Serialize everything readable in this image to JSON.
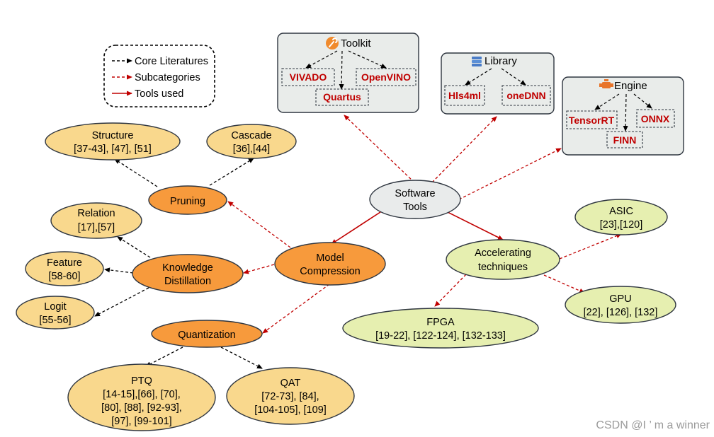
{
  "colors": {
    "core_arrow": "#000000",
    "sub_arrow": "#c00000",
    "tool_arrow": "#c00000",
    "node_dark_orange": "#f79a3c",
    "node_light_orange": "#f9d88d",
    "node_green": "#e6efb0",
    "node_grey": "#e9ebeb",
    "tool_box": "#e9ecea",
    "tool_text": "#c00000"
  },
  "legend": {
    "core": "Core Literatures",
    "sub": "Subcategories",
    "tools": "Tools used"
  },
  "software_tools": [
    "Software",
    "Tools"
  ],
  "toolkit": {
    "title": "Toolkit",
    "icon": "wrench-icon",
    "items": [
      "VIVADO",
      "Quartus",
      "OpenVINO"
    ]
  },
  "library": {
    "title": "Library",
    "icon": "stack-icon",
    "items": [
      "Hls4ml",
      "oneDNN"
    ]
  },
  "engine": {
    "title": "Engine",
    "icon": "engine-icon",
    "items": [
      "TensorRT",
      "FINN",
      "ONNX"
    ]
  },
  "model_compression": [
    "Model",
    "Compression"
  ],
  "pruning": "Pruning",
  "structure": [
    "Structure",
    "[37-43], [47], [51]"
  ],
  "cascade": [
    "Cascade",
    "[36],[44]"
  ],
  "knowledge_distillation": [
    "Knowledge",
    "Distillation"
  ],
  "relation": [
    "Relation",
    "[17],[57]"
  ],
  "feature": [
    "Feature",
    "[58-60]"
  ],
  "logit": [
    "Logit",
    "[55-56]"
  ],
  "quantization": "Quantization",
  "ptq": [
    "PTQ",
    "[14-15],[66], [70],",
    "[80], [88], [92-93],",
    "[97], [99-101]"
  ],
  "qat": [
    "QAT",
    "[72-73], [84],",
    "[104-105], [109]"
  ],
  "accelerating": [
    "Accelerating",
    "techniques"
  ],
  "asic": [
    "ASIC",
    "[23],[120]"
  ],
  "gpu": [
    "GPU",
    "[22], [126], [132]"
  ],
  "fpga": [
    "FPGA",
    "[19-22], [122-124], [132-133]"
  ],
  "watermark": "CSDN @I ’ m a winner"
}
